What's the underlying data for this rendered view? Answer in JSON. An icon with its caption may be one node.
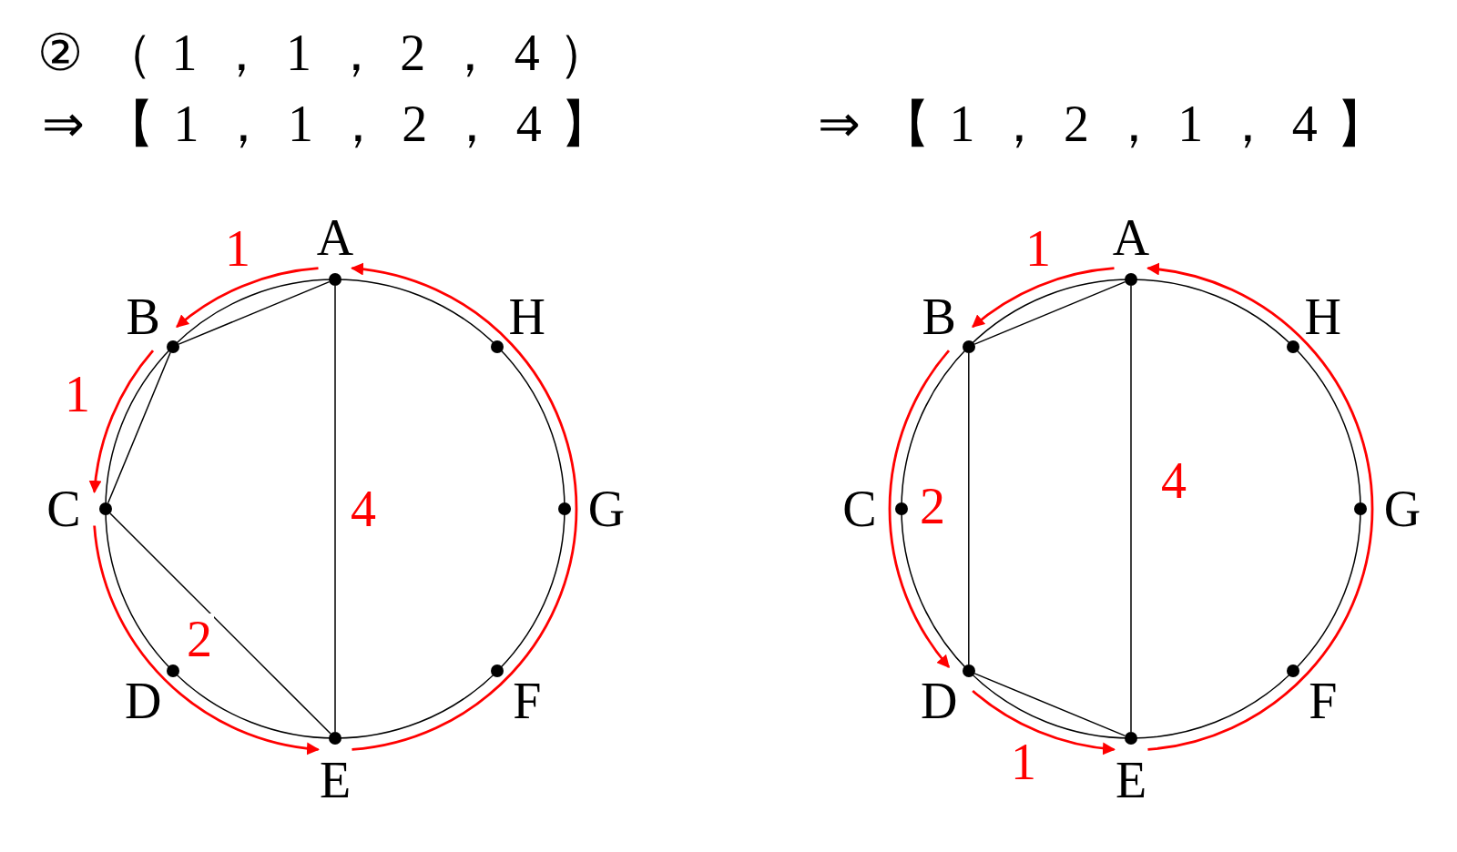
{
  "diagram": {
    "nodes": [
      {
        "text": [],
        "shape": "circle",
        "beside": [
          "A"
        ]
      },
      {
        "text": [],
        "shape": "circle",
        "beside": [
          "B"
        ]
      },
      {
        "text": [],
        "shape": "circle",
        "beside": [
          "C"
        ]
      },
      {
        "text": [],
        "shape": "circle",
        "beside": [
          "D"
        ]
      },
      {
        "text": [],
        "shape": "circle",
        "beside": [
          "E"
        ]
      },
      {
        "text": [],
        "shape": "circle",
        "beside": [
          "F"
        ]
      },
      {
        "text": [],
        "shape": "circle",
        "beside": [
          "G"
        ]
      },
      {
        "text": [],
        "shape": "circle",
        "beside": [
          "H"
        ]
      },
      {
        "text": [],
        "shape": "circle",
        "beside": [
          "A"
        ]
      },
      {
        "text": [],
        "shape": "circle",
        "beside": [
          "B"
        ]
      },
      {
        "text": [],
        "shape": "circle",
        "beside": [
          "C"
        ]
      },
      {
        "text": [],
        "shape": "circle",
        "beside": [
          "D"
        ]
      },
      {
        "text": [],
        "shape": "circle",
        "beside": [
          "E"
        ]
      },
      {
        "text": [],
        "shape": "circle",
        "beside": [
          "F"
        ]
      },
      {
        "text": [],
        "shape": "circle",
        "beside": [
          "G"
        ]
      },
      {
        "text": [],
        "shape": "circle",
        "beside": [
          "H"
        ]
      }
    ],
    "edges": [
      {
        "from": 0,
        "to": 1,
        "arrow": "none"
      },
      {
        "from": 1,
        "to": 2,
        "arrow": "none"
      },
      {
        "from": 2,
        "to": 4,
        "arrow": "none"
      },
      {
        "from": 0,
        "to": 4,
        "arrow": "none",
        "label": "4"
      },
      {
        "from": 0,
        "to": 1,
        "arrow": "to",
        "label": "1",
        "color": "#ff0000"
      },
      {
        "from": 1,
        "to": 2,
        "arrow": "to",
        "label": "1",
        "color": "#ff0000"
      },
      {
        "from": 2,
        "to": 4,
        "arrow": "to",
        "label": "2",
        "color": "#ff0000"
      },
      {
        "from": 4,
        "to": 0,
        "arrow": "to",
        "color": "#ff0000"
      },
      {
        "from": 8,
        "to": 9,
        "arrow": "none"
      },
      {
        "from": 9,
        "to": 11,
        "arrow": "none"
      },
      {
        "from": 11,
        "to": 12,
        "arrow": "none"
      },
      {
        "from": 8,
        "to": 12,
        "arrow": "none",
        "label": "4"
      },
      {
        "from": 8,
        "to": 9,
        "arrow": "to",
        "label": "1",
        "color": "#ff0000"
      },
      {
        "from": 9,
        "to": 11,
        "arrow": "to",
        "label": "2",
        "color": "#ff0000"
      },
      {
        "from": 11,
        "to": 12,
        "arrow": "to",
        "label": "1",
        "color": "#ff0000"
      },
      {
        "from": 12,
        "to": 8,
        "arrow": "to",
        "color": "#ff0000"
      }
    ],
    "labels": [
      "②（1，1，2，4）",
      "⇒【1，1，2，4】",
      "⇒【1，2，1，4】"
    ]
  }
}
